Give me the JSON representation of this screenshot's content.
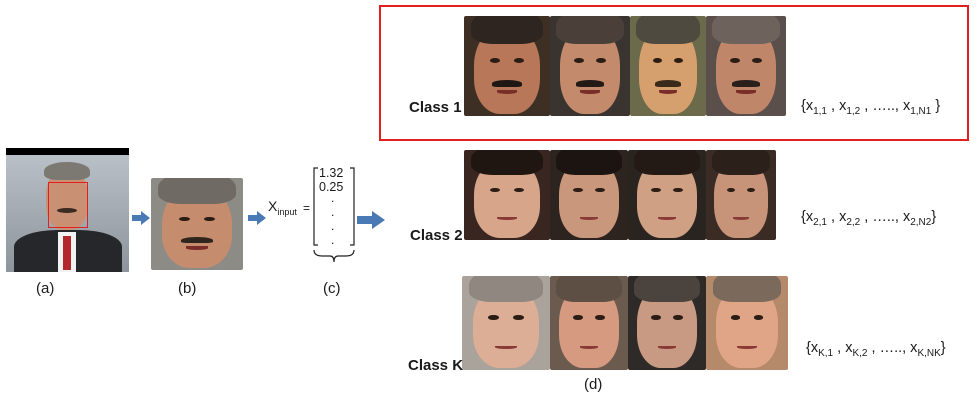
{
  "panel_labels": {
    "a": "(a)",
    "b": "(b)",
    "c": "(c)",
    "d": "(d)"
  },
  "vector": {
    "name_main": "X",
    "name_sub": "input",
    "equals": "=",
    "values": [
      "1.32",
      "0.25"
    ],
    "dots": [
      ".",
      ".",
      ".",
      "."
    ]
  },
  "classes": [
    {
      "label": "Class 1",
      "set": {
        "open": "{x",
        "items": [
          [
            "1,1"
          ],
          [
            "1,2"
          ]
        ],
        "ellipsis": "…..",
        "last": "1,N1",
        "close": "}"
      }
    },
    {
      "label": "Class 2",
      "set": {
        "open": "{x",
        "items": [
          [
            "2,1"
          ],
          [
            "2,2"
          ]
        ],
        "ellipsis": "…..",
        "last": "2,N2",
        "close": "}"
      }
    },
    {
      "label": "Class K",
      "set": {
        "open": "{x",
        "items": [
          [
            "K,1"
          ],
          [
            "K,2"
          ]
        ],
        "ellipsis": "…..",
        "last": "K,NK",
        "close": "}"
      }
    }
  ],
  "colors": {
    "arrow": "#4a7ab5",
    "highlight": "#e02020"
  }
}
